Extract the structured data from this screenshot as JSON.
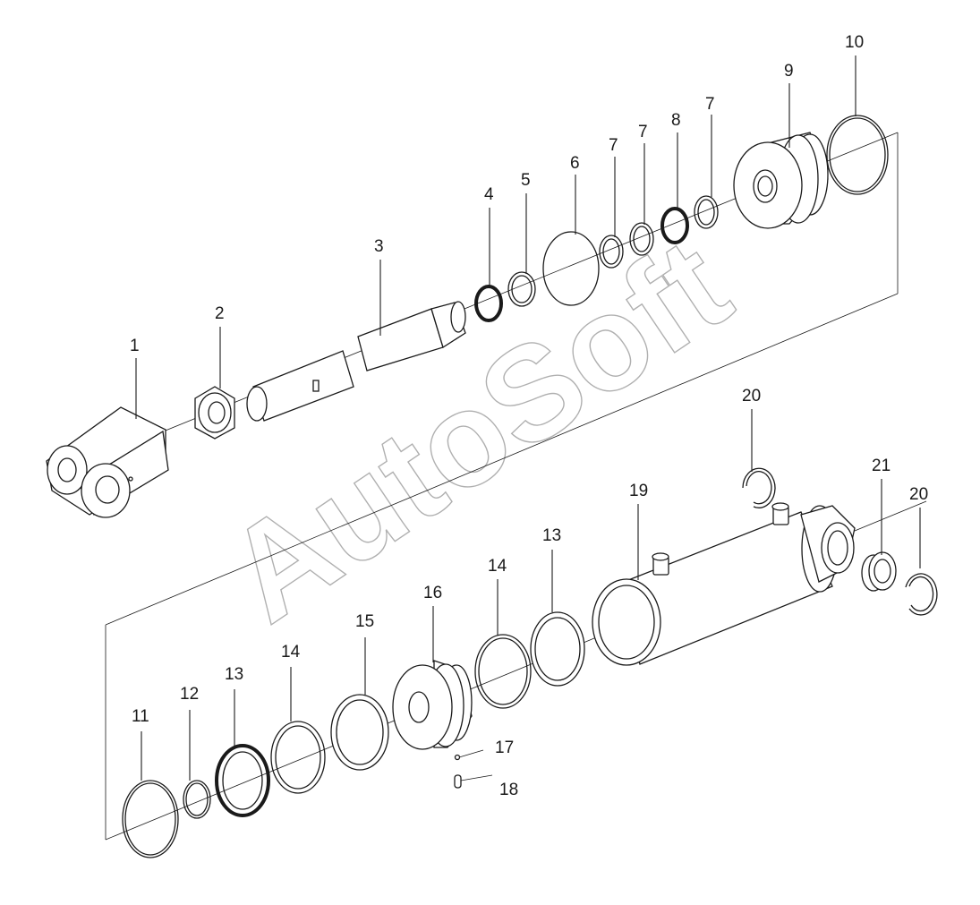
{
  "watermark": "AutoSoft",
  "part_numbers": {
    "p1": "1",
    "p2": "2",
    "p3": "3",
    "p4": "4",
    "p5": "5",
    "p6": "6",
    "p7a": "7",
    "p7b": "7",
    "p7c": "7",
    "p8": "8",
    "p9": "9",
    "p10": "10",
    "p11": "11",
    "p12": "12",
    "p13a": "13",
    "p13b": "13",
    "p14a": "14",
    "p14b": "14",
    "p15": "15",
    "p16": "16",
    "p17": "17",
    "p18": "18",
    "p19": "19",
    "p20a": "20",
    "p20b": "20",
    "p21": "21"
  }
}
